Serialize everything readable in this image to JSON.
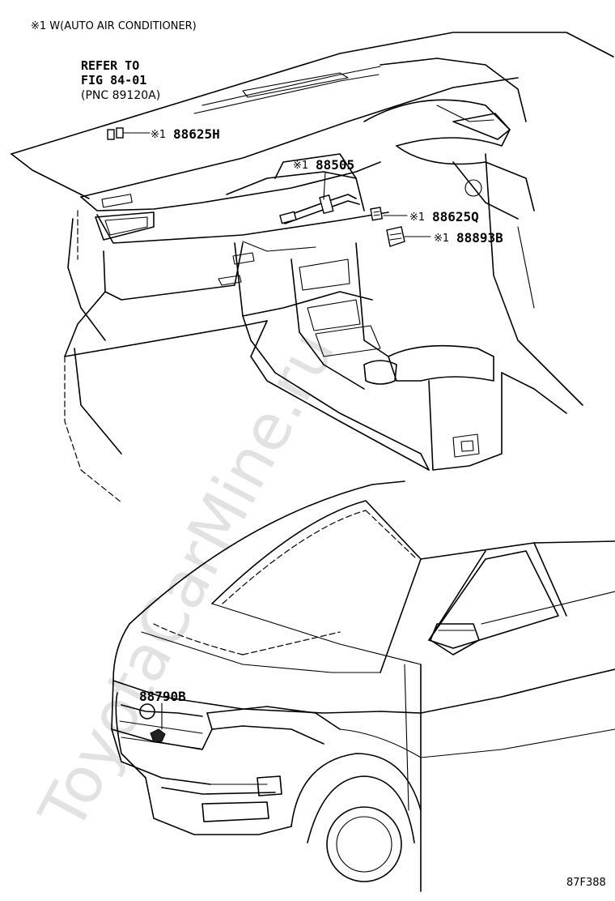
{
  "header_note": "※1 W(AUTO AIR CONDITIONER)",
  "reference": {
    "line1": "REFER TO",
    "line2": "FIG 84-01",
    "line3": "(PNC 89120A)"
  },
  "callouts": [
    {
      "mark": "※1",
      "part": "88625H"
    },
    {
      "mark": "※1",
      "part": "88505"
    },
    {
      "mark": "※1",
      "part": "88625Q"
    },
    {
      "mark": "※1",
      "part": "88893B"
    },
    {
      "mark": "",
      "part": "88790B"
    }
  ],
  "figure_code": "87F388",
  "watermark": "ToyotaCarMine.ru"
}
